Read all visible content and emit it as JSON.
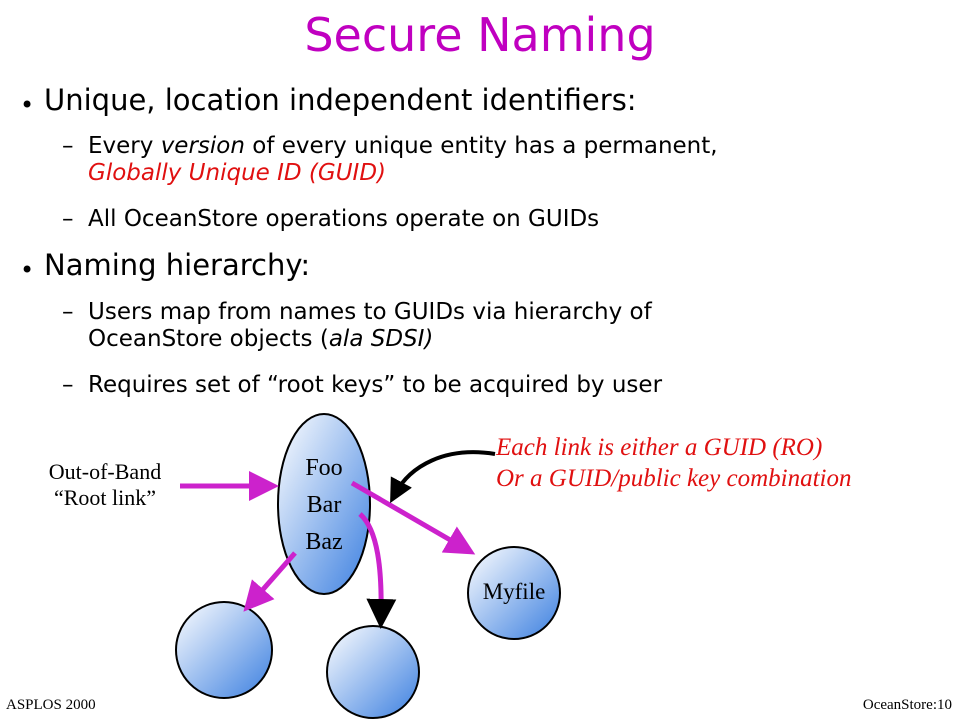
{
  "title": "Secure Naming",
  "bullets": [
    {
      "text": "Unique, location independent identifiers:",
      "subs": [
        {
          "pre": "Every ",
          "em": "version",
          "post": " of every unique entity has a permanent,",
          "line2": "Globally Unique ID (GUID)"
        },
        {
          "text": "All OceanStore operations operate on GUIDs"
        }
      ]
    },
    {
      "text": "Naming hierarchy:",
      "subs": [
        {
          "line1": "Users map from names to GUIDs via hierarchy of",
          "line2_pre": "OceanStore objects (",
          "line2_em": "ala SDSI)"
        },
        {
          "text": "Requires set of “root keys” to be acquired by user"
        }
      ]
    }
  ],
  "bullet_glyph": "•",
  "dash_glyph": "–",
  "diagram": {
    "root_label_1": "Out-of-Band",
    "root_label_2": "“Root link”",
    "dir_entries": [
      "Foo",
      "Bar",
      "Baz"
    ],
    "file_label": "Myfile",
    "note_1": "Each link is either a GUID (RO)",
    "note_2": "Or a GUID/public key combination"
  },
  "footer": {
    "left": "ASPLOS 2000",
    "right": "OceanStore:10"
  },
  "colors": {
    "title": "#c000c0",
    "accent_red": "#e01010",
    "arrow": "#cc22cc",
    "node_top": "#ffffff",
    "node_bottom": "#3b7fe0"
  }
}
